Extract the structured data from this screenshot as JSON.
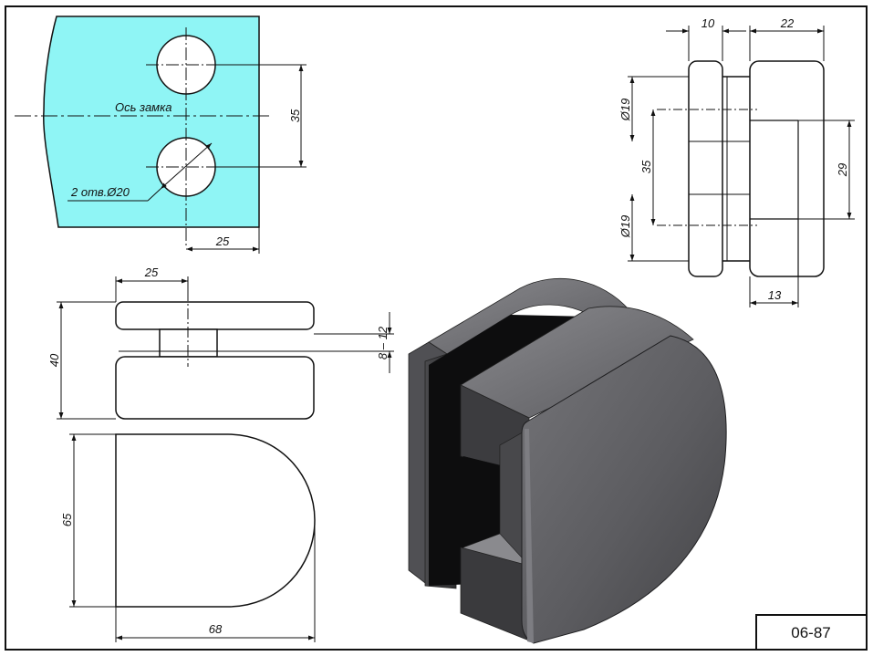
{
  "title_block": {
    "code": "06-87"
  },
  "hole_view": {
    "lock_axis_label": "Ось замка",
    "holes_label": "2 отв.Ø20",
    "dim_spacing": "35",
    "dim_edge": "25"
  },
  "front_view": {
    "dim_width": "25",
    "dim_height": "40",
    "dim_gap": "8 – 12"
  },
  "bottom_view": {
    "dim_height": "65",
    "dim_width": "68"
  },
  "side_view": {
    "dim_left": "10",
    "dim_right": "22",
    "dim_hole_top": "Ø19",
    "dim_hole_bottom": "Ø19",
    "dim_spacing": "35",
    "dim_height": "29",
    "dim_depth": "13"
  },
  "colors": {
    "glass_fill": "#8ff5f5",
    "line": "#111111",
    "metal_dark": "#3a3a3c",
    "metal_mid": "#626266"
  }
}
